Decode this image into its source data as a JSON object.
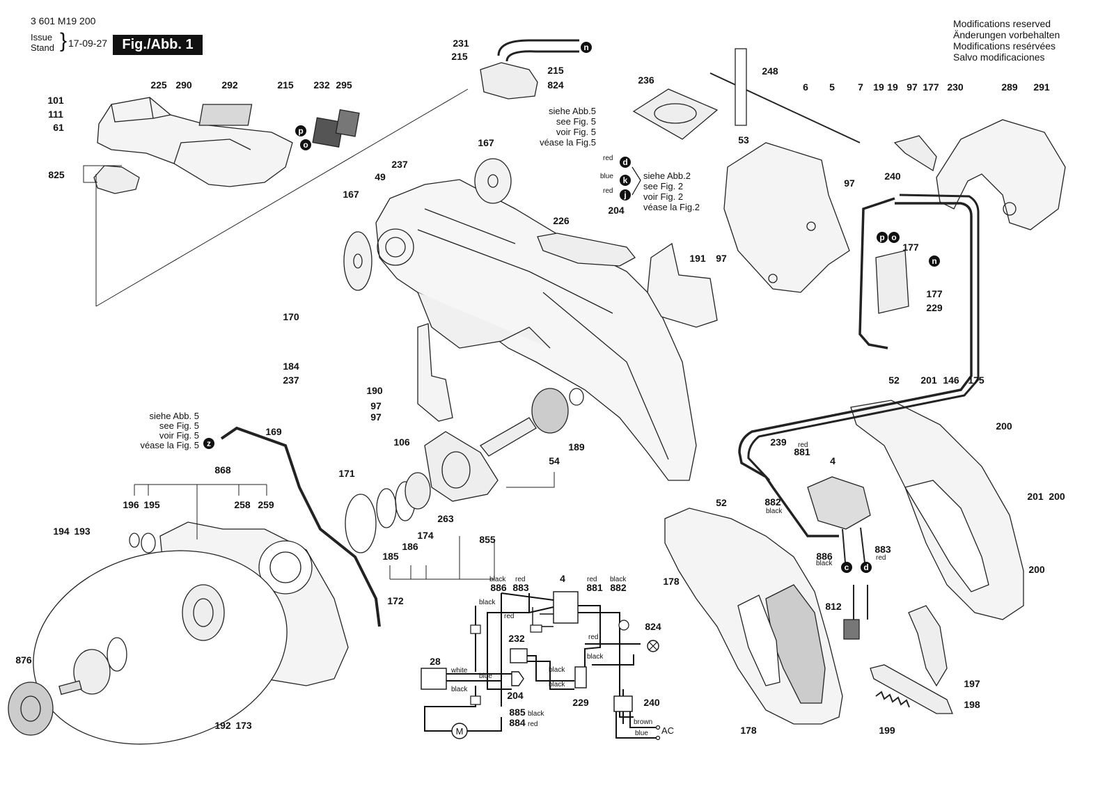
{
  "header": {
    "doc_number": "3 601 M19 200",
    "issue_label": "Issue",
    "stand_label": "Stand",
    "date": "17-09-27",
    "figure_label": "Fig./Abb. 1"
  },
  "modifications": [
    "Modifications reserved",
    "Änderungen vorbehalten",
    "Modifications resérvées",
    "Salvo modificaciones"
  ],
  "see_fig5_top": [
    "siehe Abb.5",
    "see Fig. 5",
    "voir Fig. 5",
    "véase la Fig.5"
  ],
  "see_fig2": [
    "siehe Abb.2",
    "see Fig. 2",
    "voir Fig. 2",
    "véase la Fig.2"
  ],
  "see_fig5_left": [
    "siehe Abb. 5",
    "see Fig. 5",
    "voir Fig. 5",
    "véase la Fig. 5"
  ],
  "markers": {
    "n": "n",
    "p": "p",
    "o": "o",
    "d": "d",
    "k": "k",
    "j": "j",
    "z": "z",
    "c": "c"
  },
  "wire_colors": {
    "red": "red",
    "blue": "blue",
    "black": "black",
    "white": "white",
    "brown": "brown"
  },
  "schematic": {
    "motor": "M",
    "ac": "AC"
  },
  "part_labels": [
    {
      "id": "l231",
      "text": "231"
    },
    {
      "id": "l215a",
      "text": "215"
    },
    {
      "id": "l215b",
      "text": "215"
    },
    {
      "id": "l824a",
      "text": "824"
    },
    {
      "id": "l248",
      "text": "248"
    },
    {
      "id": "l236",
      "text": "236"
    },
    {
      "id": "l6",
      "text": "6"
    },
    {
      "id": "l5",
      "text": "5"
    },
    {
      "id": "l7",
      "text": "7"
    },
    {
      "id": "l19a",
      "text": "19"
    },
    {
      "id": "l19b",
      "text": "19"
    },
    {
      "id": "l97a",
      "text": "97"
    },
    {
      "id": "l177a",
      "text": "177"
    },
    {
      "id": "l230",
      "text": "230"
    },
    {
      "id": "l289",
      "text": "289"
    },
    {
      "id": "l291",
      "text": "291"
    },
    {
      "id": "l101",
      "text": "101"
    },
    {
      "id": "l111",
      "text": "111"
    },
    {
      "id": "l61",
      "text": "61"
    },
    {
      "id": "l225",
      "text": "225"
    },
    {
      "id": "l290",
      "text": "290"
    },
    {
      "id": "l292",
      "text": "292"
    },
    {
      "id": "l215c",
      "text": "215"
    },
    {
      "id": "l232a",
      "text": "232"
    },
    {
      "id": "l295",
      "text": "295"
    },
    {
      "id": "l825",
      "text": "825"
    },
    {
      "id": "l167a",
      "text": "167"
    },
    {
      "id": "l167b",
      "text": "167"
    },
    {
      "id": "l237a",
      "text": "237"
    },
    {
      "id": "l49",
      "text": "49"
    },
    {
      "id": "l204a",
      "text": "204"
    },
    {
      "id": "l226",
      "text": "226"
    },
    {
      "id": "l53",
      "text": "53"
    },
    {
      "id": "l97b",
      "text": "97"
    },
    {
      "id": "l240a",
      "text": "240"
    },
    {
      "id": "l177b",
      "text": "177"
    },
    {
      "id": "l177c",
      "text": "177"
    },
    {
      "id": "l229a",
      "text": "229"
    },
    {
      "id": "l191",
      "text": "191"
    },
    {
      "id": "l97c",
      "text": "97"
    },
    {
      "id": "l170",
      "text": "170"
    },
    {
      "id": "l184",
      "text": "184"
    },
    {
      "id": "l237b",
      "text": "237"
    },
    {
      "id": "l190",
      "text": "190"
    },
    {
      "id": "l97d",
      "text": "97"
    },
    {
      "id": "l97e",
      "text": "97"
    },
    {
      "id": "l169",
      "text": "169"
    },
    {
      "id": "l106",
      "text": "106"
    },
    {
      "id": "l189",
      "text": "189"
    },
    {
      "id": "l54",
      "text": "54"
    },
    {
      "id": "l171",
      "text": "171"
    },
    {
      "id": "l263",
      "text": "263"
    },
    {
      "id": "l185",
      "text": "185"
    },
    {
      "id": "l186",
      "text": "186"
    },
    {
      "id": "l174",
      "text": "174"
    },
    {
      "id": "l855",
      "text": "855"
    },
    {
      "id": "l868",
      "text": "868"
    },
    {
      "id": "l196",
      "text": "196"
    },
    {
      "id": "l195",
      "text": "195"
    },
    {
      "id": "l258",
      "text": "258"
    },
    {
      "id": "l259",
      "text": "259"
    },
    {
      "id": "l194",
      "text": "194"
    },
    {
      "id": "l193",
      "text": "193"
    },
    {
      "id": "l172",
      "text": "172"
    },
    {
      "id": "l876",
      "text": "876"
    },
    {
      "id": "l192",
      "text": "192"
    },
    {
      "id": "l173",
      "text": "173"
    },
    {
      "id": "l52a",
      "text": "52"
    },
    {
      "id": "l201a",
      "text": "201"
    },
    {
      "id": "l146",
      "text": "146"
    },
    {
      "id": "l175",
      "text": "175"
    },
    {
      "id": "l200a",
      "text": "200"
    },
    {
      "id": "l239",
      "text": "239"
    },
    {
      "id": "l881a",
      "text": "881"
    },
    {
      "id": "l4a",
      "text": "4"
    },
    {
      "id": "l882a",
      "text": "882"
    },
    {
      "id": "l886a",
      "text": "886"
    },
    {
      "id": "l883a",
      "text": "883"
    },
    {
      "id": "l52b",
      "text": "52"
    },
    {
      "id": "l178a",
      "text": "178"
    },
    {
      "id": "l178b",
      "text": "178"
    },
    {
      "id": "l812",
      "text": "812"
    },
    {
      "id": "l201b",
      "text": "201"
    },
    {
      "id": "l200b",
      "text": "200"
    },
    {
      "id": "l200c",
      "text": "200"
    },
    {
      "id": "l197",
      "text": "197"
    },
    {
      "id": "l198",
      "text": "198"
    },
    {
      "id": "l199",
      "text": "199"
    },
    {
      "id": "s886",
      "text": "886"
    },
    {
      "id": "s883",
      "text": "883"
    },
    {
      "id": "s4",
      "text": "4"
    },
    {
      "id": "s881",
      "text": "881"
    },
    {
      "id": "s882",
      "text": "882"
    },
    {
      "id": "s824",
      "text": "824"
    },
    {
      "id": "s232",
      "text": "232"
    },
    {
      "id": "s28",
      "text": "28"
    },
    {
      "id": "s204",
      "text": "204"
    },
    {
      "id": "s229",
      "text": "229"
    },
    {
      "id": "s240",
      "text": "240"
    },
    {
      "id": "s885",
      "text": "885"
    },
    {
      "id": "s884",
      "text": "884"
    }
  ]
}
